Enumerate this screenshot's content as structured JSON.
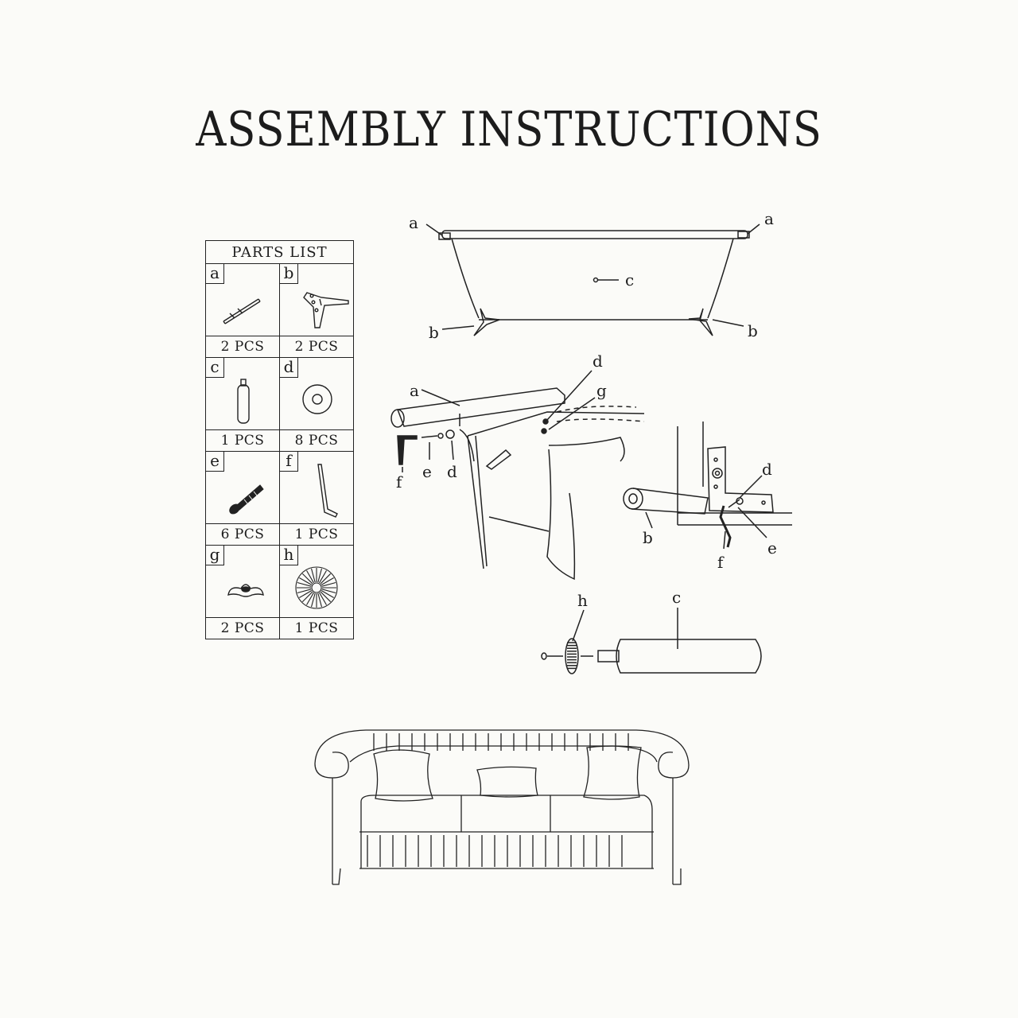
{
  "title": "ASSEMBLY INSTRUCTIONS",
  "parts_list": {
    "header": "PARTS LIST",
    "items": [
      {
        "letter": "a",
        "qty": "2 PCS",
        "icon": "armrest-rail-icon"
      },
      {
        "letter": "b",
        "qty": "2 PCS",
        "icon": "leg-bracket-icon"
      },
      {
        "letter": "c",
        "qty": "1 PCS",
        "icon": "cylinder-pillow-icon"
      },
      {
        "letter": "d",
        "qty": "8 PCS",
        "icon": "washer-icon"
      },
      {
        "letter": "e",
        "qty": "6 PCS",
        "icon": "bolt-icon"
      },
      {
        "letter": "f",
        "qty": "1 PCS",
        "icon": "allen-key-icon"
      },
      {
        "letter": "g",
        "qty": "2 PCS",
        "icon": "wing-nut-icon"
      },
      {
        "letter": "h",
        "qty": "1 PCS",
        "icon": "button-disc-icon"
      }
    ]
  },
  "labels": {
    "overview_a_left": "a",
    "overview_a_right": "a",
    "overview_c": "c",
    "overview_b_left": "b",
    "overview_b_right": "b",
    "arm_a": "a",
    "arm_d": "d",
    "arm_g": "g",
    "arm_f": "f",
    "arm_e": "e",
    "arm_d2": "d",
    "leg_d": "d",
    "leg_b": "b",
    "leg_f": "f",
    "leg_e": "e",
    "pillow_h": "h",
    "pillow_c": "c"
  }
}
